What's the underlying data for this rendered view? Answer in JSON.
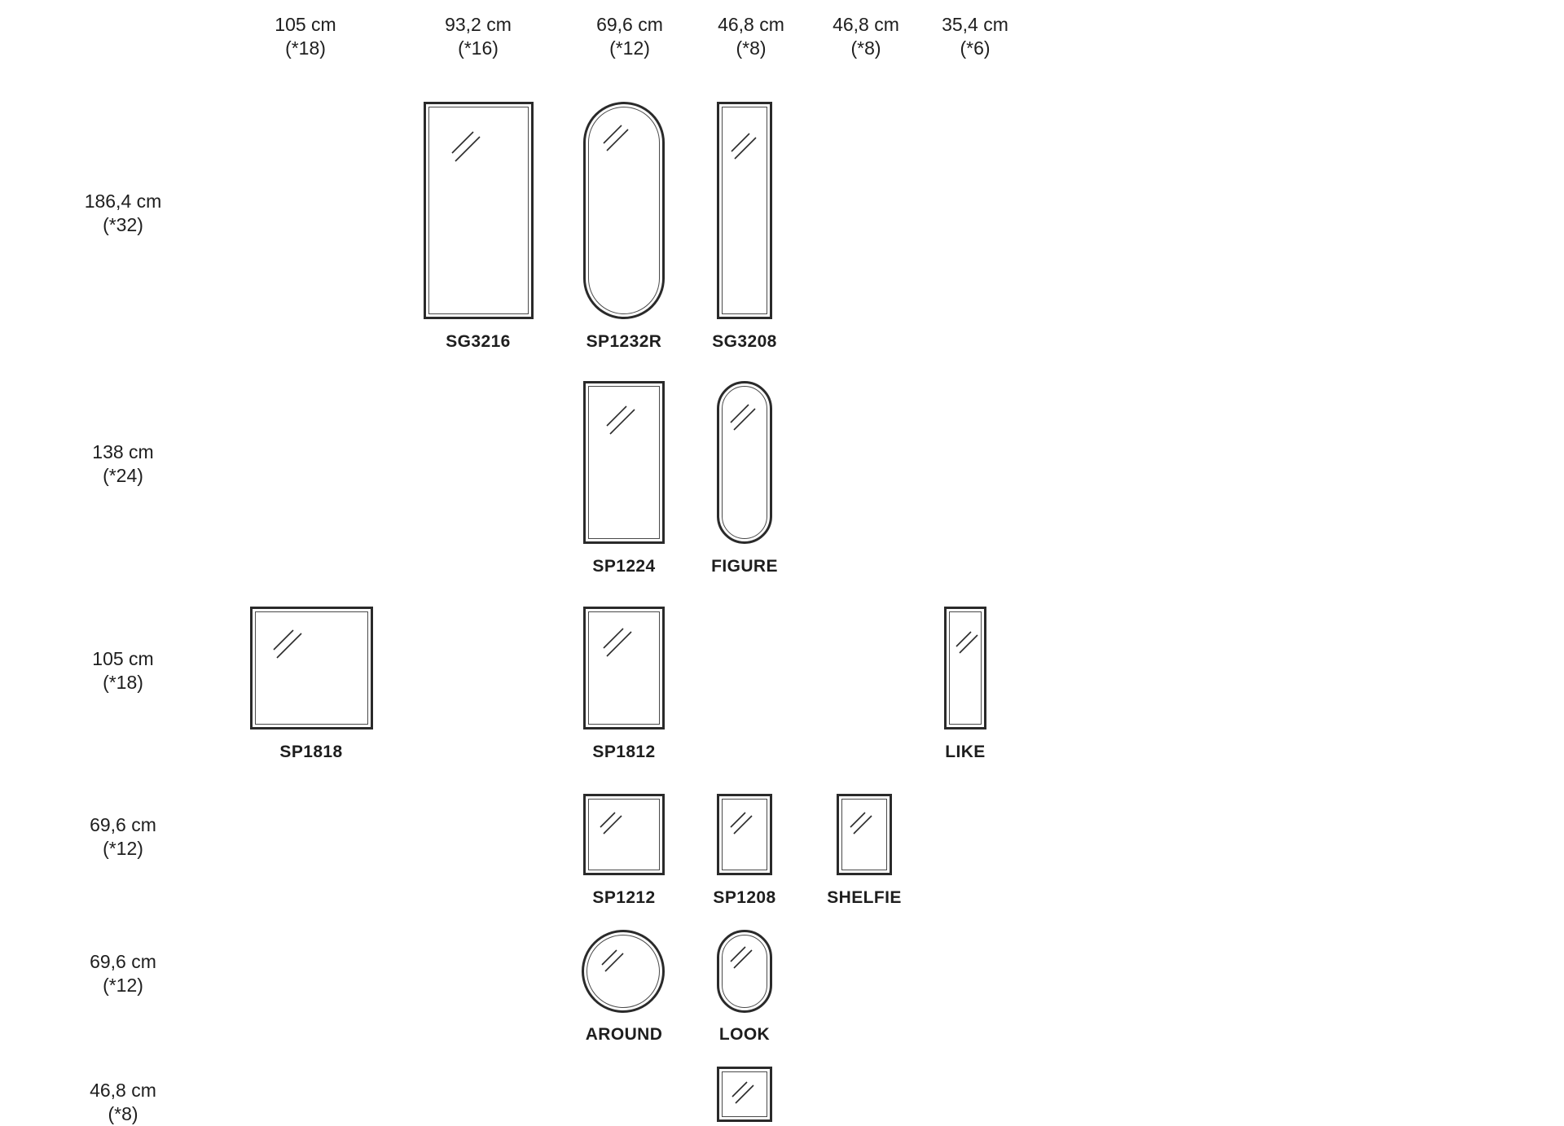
{
  "columns": [
    {
      "size": "105 cm",
      "code": "(*18)"
    },
    {
      "size": "93,2 cm",
      "code": "(*16)"
    },
    {
      "size": "69,6 cm",
      "code": "(*12)"
    },
    {
      "size": "46,8 cm",
      "code": "(*8)"
    },
    {
      "size": "46,8 cm",
      "code": "(*8)"
    },
    {
      "size": "35,4 cm",
      "code": "(*6)"
    }
  ],
  "rows": [
    {
      "size": "186,4 cm",
      "code": "(*32)"
    },
    {
      "size": "138 cm",
      "code": "(*24)"
    },
    {
      "size": "105 cm",
      "code": "(*18)"
    },
    {
      "size": "69,6 cm",
      "code": "(*12)"
    },
    {
      "size": "69,6 cm",
      "code": "(*12)"
    },
    {
      "size": "46,8 cm",
      "code": "(*8)"
    }
  ],
  "products": {
    "sg3216": {
      "name": "SG3216",
      "shape": "rectangle"
    },
    "sp1232r": {
      "name": "SP1232R",
      "shape": "rounded"
    },
    "sg3208": {
      "name": "SG3208",
      "shape": "rectangle"
    },
    "sp1224": {
      "name": "SP1224",
      "shape": "rectangle"
    },
    "figure": {
      "name": "FIGURE",
      "shape": "rounded"
    },
    "sp1818": {
      "name": "SP1818",
      "shape": "rectangle"
    },
    "sp1812": {
      "name": "SP1812",
      "shape": "rectangle"
    },
    "like": {
      "name": "LIKE",
      "shape": "rectangle"
    },
    "sp1212": {
      "name": "SP1212",
      "shape": "rectangle"
    },
    "sp1208": {
      "name": "SP1208",
      "shape": "rectangle"
    },
    "shelfie": {
      "name": "SHELFIE",
      "shape": "rectangle"
    },
    "around": {
      "name": "AROUND",
      "shape": "round"
    },
    "look": {
      "name": "LOOK",
      "shape": "rounded"
    },
    "small_square": {
      "name": "",
      "shape": "rectangle"
    }
  },
  "colors": {
    "line": "#2a2a2a",
    "text": "#1e1e1e",
    "background": "#ffffff"
  },
  "icons": {
    "reflection": "double-slash-gloss-icon"
  }
}
